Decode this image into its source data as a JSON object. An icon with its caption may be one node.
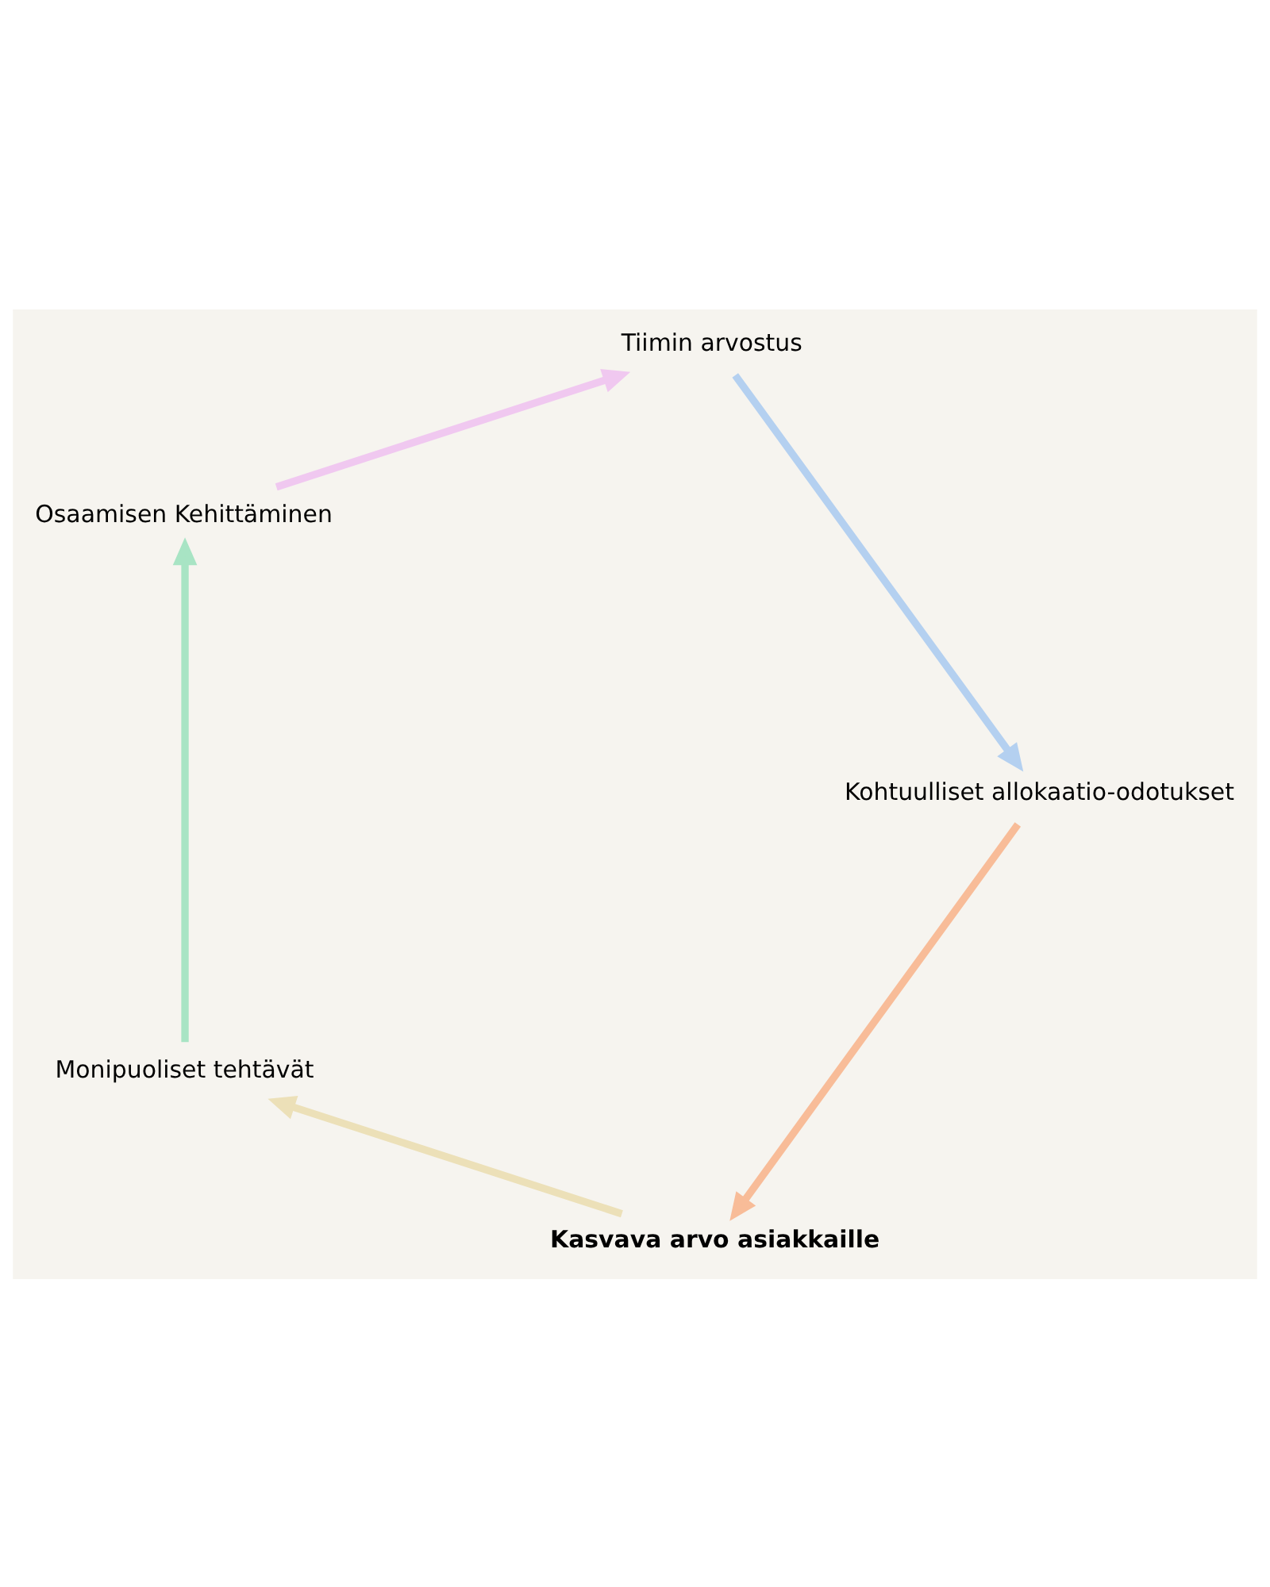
{
  "diagram": {
    "nodes": [
      {
        "text": [
          "Monipuoliset tehtävät"
        ]
      },
      {
        "text": [
          "Osaamisen Kehittäminen"
        ]
      },
      {
        "text": [
          "Tiimin arvostus"
        ]
      },
      {
        "text": [
          "Kohtuulliset allokaatio-odotukset"
        ]
      },
      {
        "text": [
          "Kasvava arvo asiakkaille"
        ]
      }
    ],
    "edges": [
      {
        "from": 0,
        "to": 1,
        "arrow": "to",
        "color": "#a8e4c4"
      },
      {
        "from": 1,
        "to": 2,
        "arrow": "to",
        "color": "#f0c8f0"
      },
      {
        "from": 2,
        "to": 3,
        "arrow": "to",
        "color": "#b4d0f0"
      },
      {
        "from": 3,
        "to": 4,
        "arrow": "to",
        "color": "#f8bc98"
      },
      {
        "from": 4,
        "to": 0,
        "arrow": "to",
        "color": "#ece0b8"
      }
    ]
  }
}
